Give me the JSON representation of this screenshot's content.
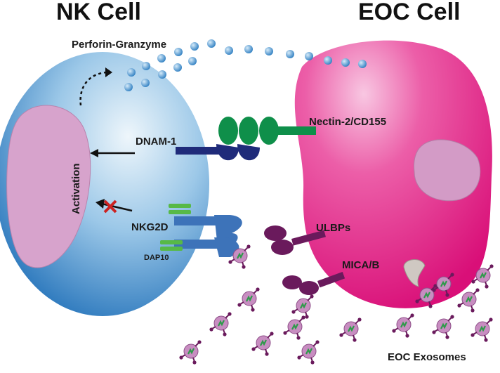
{
  "titles": {
    "nk_cell": "NK Cell",
    "eoc_cell": "EOC Cell"
  },
  "labels": {
    "perforin_granzyme": "Perforin-Granzyme",
    "dnam1": "DNAM-1",
    "nectin": "Nectin-2/CD155",
    "activation": "Activation",
    "nkg2d": "NKG2D",
    "dap10": "DAP10",
    "ulbps": "ULBPs",
    "mica_b": "MICA/B",
    "eoc_exosomes": "EOC Exosomes"
  },
  "colors": {
    "nk_cell": "#2c7fc4",
    "nk_nucleus": "#d7a3cc",
    "eoc_cell": "#e3127f",
    "eoc_nucleus": "#d39bc6",
    "granule": "#3a8ccf",
    "nectin_ligand": "#0f8f4a",
    "dnam_receptor": "#1f2b7a",
    "nkg2d_receptor": "#3d73b9",
    "dap10": "#57b947",
    "ligand_purple": "#6a1a5c",
    "exosome": "#c88dc1",
    "inhibition_mark": "#cc2222"
  }
}
